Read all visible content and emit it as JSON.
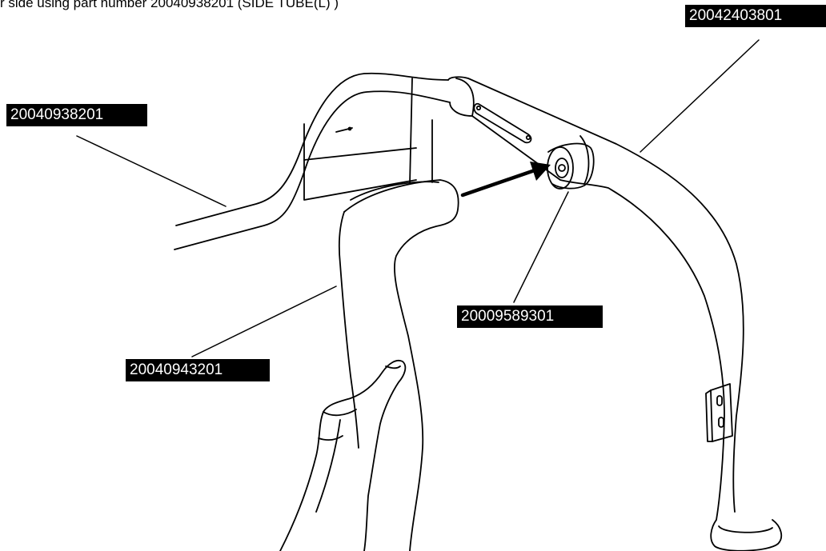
{
  "caption": "r side using part number 20040938201 (SIDE TUBE(L) )",
  "labels": {
    "side_tube_left": "20040938201",
    "upright_frame": "20042403801",
    "connector_fitting": "20009589301",
    "side_tube": "20040943201"
  },
  "colors": {
    "ink": "#000000",
    "label_bg": "#000000",
    "label_text": "#ffffff",
    "paper": "#ffffff"
  }
}
